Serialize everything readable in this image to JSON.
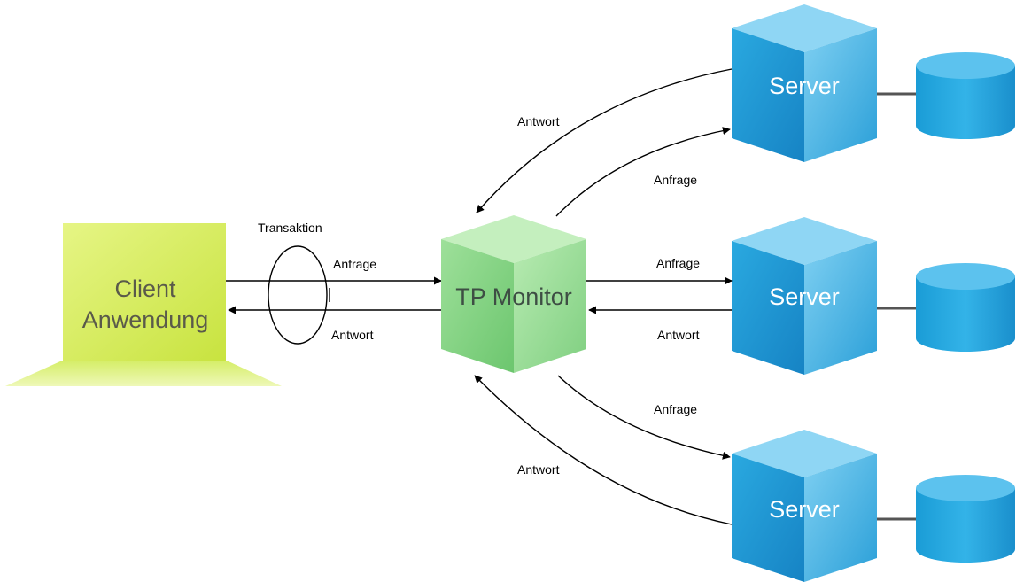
{
  "client": {
    "line1": "Client",
    "line2": "Anwendung"
  },
  "tp_monitor": {
    "label": "TP Monitor"
  },
  "transaction": {
    "label": "Transaktion",
    "request": "Anfrage",
    "response": "Antwort"
  },
  "servers": [
    {
      "label": "Server",
      "request": "Anfrage",
      "response": "Antwort"
    },
    {
      "label": "Server",
      "request": "Anfrage",
      "response": "Antwort"
    },
    {
      "label": "Server",
      "request": "Anfrage",
      "response": "Antwort"
    }
  ],
  "colors": {
    "client_fill": "#d4ec5a",
    "tp_fill": "#7ed07e",
    "server_fill": "#1e9ed8",
    "database_fill": "#1a9cd6",
    "connector": "#555555",
    "arrow": "#000000"
  }
}
